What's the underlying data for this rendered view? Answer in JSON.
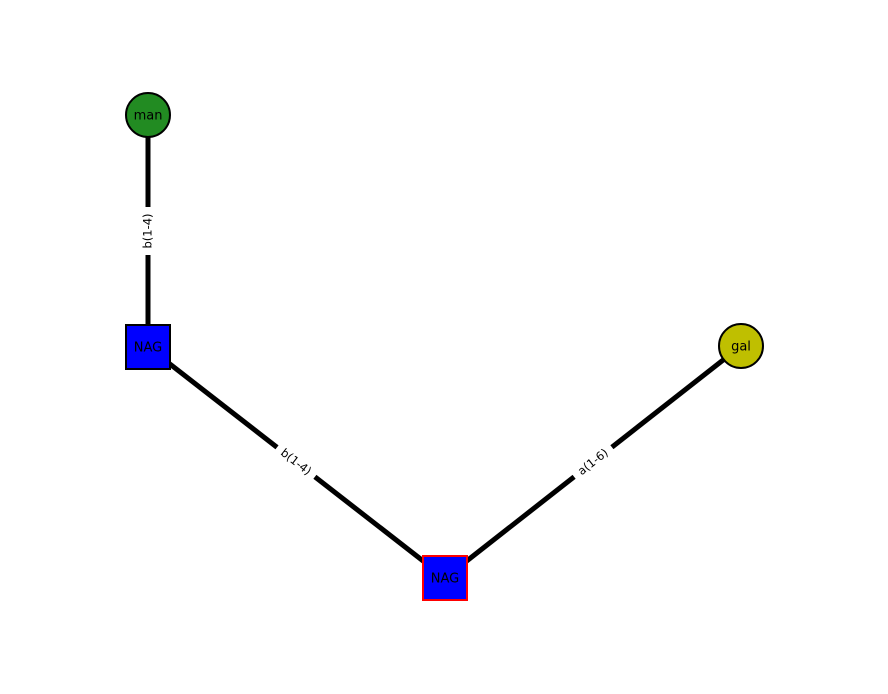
{
  "diagram": {
    "type": "glycan-graph",
    "background": "#ffffff",
    "edge_color": "#000000",
    "text_color": "#000000",
    "nodes": [
      {
        "id": "man",
        "label": "man",
        "shape": "circle",
        "fill": "#228b22",
        "stroke": "#000000"
      },
      {
        "id": "nag1",
        "label": "NAG",
        "shape": "square",
        "fill": "#0000ff",
        "stroke": "#000000"
      },
      {
        "id": "nag2",
        "label": "NAG",
        "shape": "square",
        "fill": "#0000ff",
        "stroke": "#ff0000"
      },
      {
        "id": "gal",
        "label": "gal",
        "shape": "circle",
        "fill": "#bfbf00",
        "stroke": "#000000"
      }
    ],
    "edges": [
      {
        "from": "man",
        "to": "nag1",
        "label": "b(1-4)"
      },
      {
        "from": "nag1",
        "to": "nag2",
        "label": "b(1-4)"
      },
      {
        "from": "nag2",
        "to": "gal",
        "label": "a(1-6)"
      }
    ]
  }
}
